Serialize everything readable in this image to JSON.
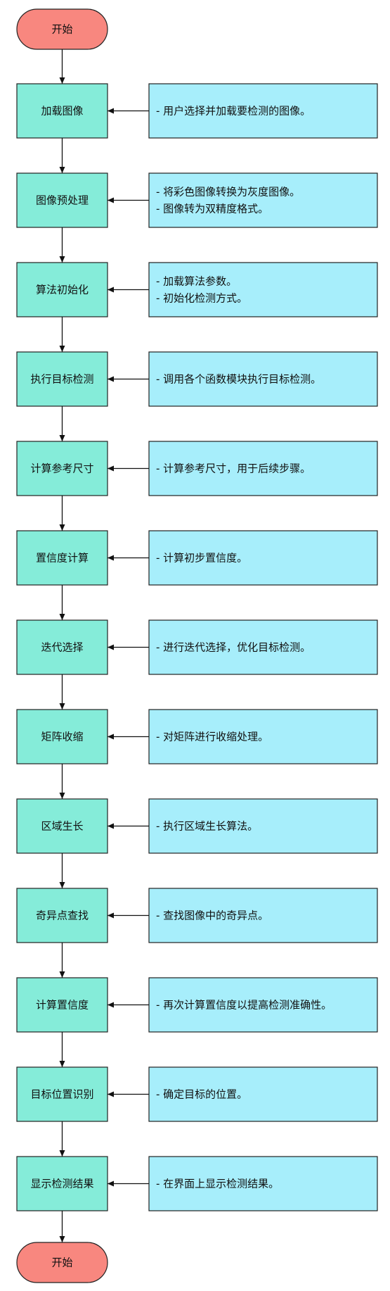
{
  "diagram": {
    "start_label": "开始",
    "end_label": "开始",
    "steps": [
      {
        "label": "加载图像",
        "notes": [
          "- 用户选择并加载要检测的图像。"
        ]
      },
      {
        "label": "图像预处理",
        "notes": [
          "- 将彩色图像转换为灰度图像。",
          "- 图像转为双精度格式。"
        ]
      },
      {
        "label": "算法初始化",
        "notes": [
          "- 加载算法参数。",
          "- 初始化检测方式。"
        ]
      },
      {
        "label": "执行目标检测",
        "notes": [
          "- 调用各个函数模块执行目标检测。"
        ]
      },
      {
        "label": "计算参考尺寸",
        "notes": [
          "- 计算参考尺寸，用于后续步骤。"
        ]
      },
      {
        "label": "置信度计算",
        "notes": [
          "- 计算初步置信度。"
        ]
      },
      {
        "label": "迭代选择",
        "notes": [
          "- 进行迭代选择，优化目标检测。"
        ]
      },
      {
        "label": "矩阵收缩",
        "notes": [
          "- 对矩阵进行收缩处理。"
        ]
      },
      {
        "label": "区域生长",
        "notes": [
          "- 执行区域生长算法。"
        ]
      },
      {
        "label": "奇异点查找",
        "notes": [
          "- 查找图像中的奇异点。"
        ]
      },
      {
        "label": "计算置信度",
        "notes": [
          "- 再次计算置信度以提高检测准确性。"
        ]
      },
      {
        "label": "目标位置识别",
        "notes": [
          "- 确定目标的位置。"
        ]
      },
      {
        "label": "显示检测结果",
        "notes": [
          "- 在界面上显示检测结果。"
        ]
      }
    ]
  }
}
